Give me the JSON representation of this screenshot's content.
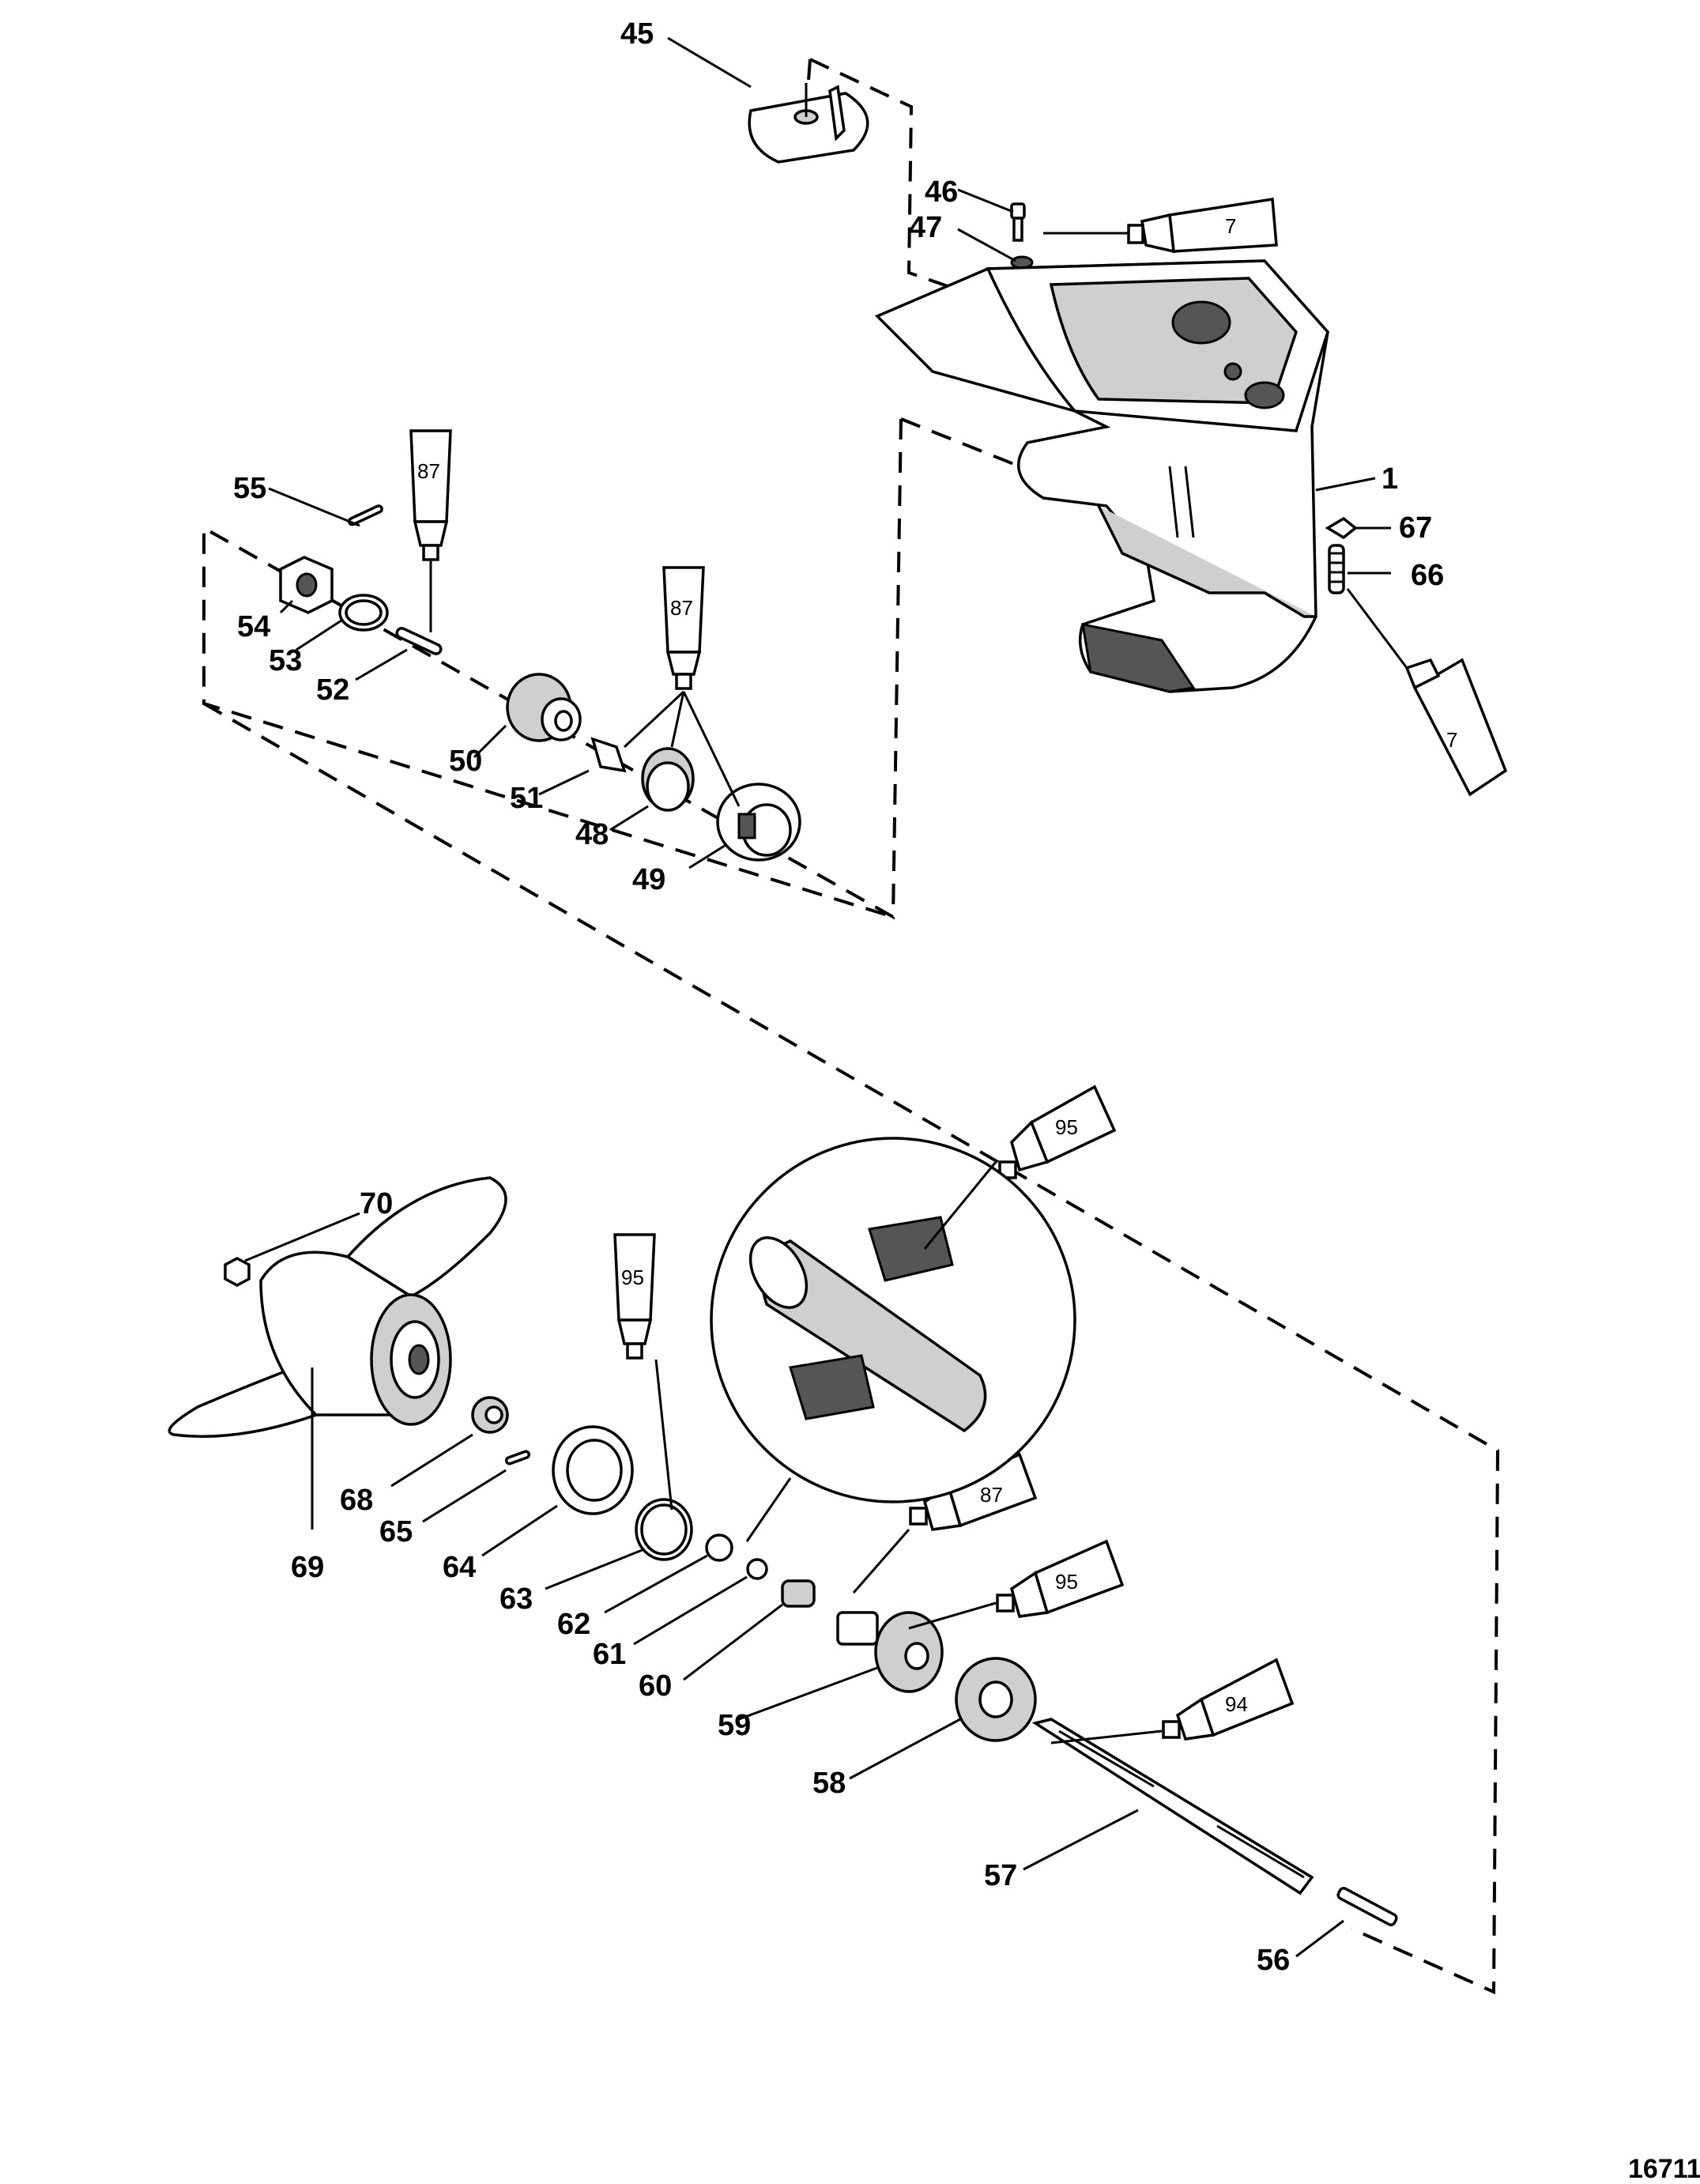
{
  "callouts": {
    "c1": "1",
    "c45": "45",
    "c46": "46",
    "c47": "47",
    "c48": "48",
    "c49": "49",
    "c50": "50",
    "c51": "51",
    "c52": "52",
    "c53": "53",
    "c54": "54",
    "c55": "55",
    "c56": "56",
    "c57": "57",
    "c58": "58",
    "c59": "59",
    "c60": "60",
    "c61": "61",
    "c62": "62",
    "c63": "63",
    "c64": "64",
    "c65": "65",
    "c66": "66",
    "c67": "67",
    "c68": "68",
    "c69": "69",
    "c70": "70"
  },
  "tubes": {
    "t7a": "7",
    "t7b": "7",
    "t87a": "87",
    "t87b": "87",
    "t87c": "87",
    "t95a": "95",
    "t95b": "95",
    "t95c": "95",
    "t94": "94"
  },
  "figure_number": "16711"
}
